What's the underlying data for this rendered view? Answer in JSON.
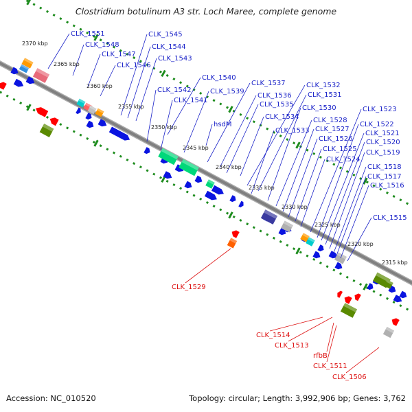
{
  "title": "Clostridium botulinum A3 str. Loch Maree, complete genome",
  "footer": {
    "accession": "Accession: NC_010520",
    "topology": "Topology: circular; Length: 3,992,906 bp; Genes: 3,762"
  },
  "colors": {
    "forward_cds": "#0a14e0",
    "label_forward": "#1a22c8",
    "label_reverse": "#dd1010",
    "backbone": "#808080",
    "tick_dots": "#1e8c1e"
  },
  "tick_labels": [
    "2370 kbp",
    "2365 kbp",
    "2360 kbp",
    "2355 kbp",
    "2350 kbp",
    "2345 kbp",
    "2340 kbp",
    "2335 kbp",
    "2330 kbp",
    "2325 kbp",
    "2320 kbp",
    "2315 kbp"
  ],
  "forward_labels": [
    "CLK_1551",
    "CLK_1548",
    "CLK_1547",
    "CLK_1546",
    "CLK_1545",
    "CLK_1544",
    "CLK_1543",
    "CLK_1542",
    "CLK_1541",
    "CLK_1540",
    "CLK_1539",
    "CLK_1537",
    "CLK_1536",
    "CLK_1535",
    "hsdM",
    "CLK_1534",
    "CLK_1533",
    "CLK_1532",
    "CLK_1531",
    "CLK_1530",
    "CLK_1528",
    "CLK_1527",
    "CLK_1526",
    "CLK_1525",
    "CLK_1524",
    "CLK_1523",
    "CLK_1522",
    "CLK_1521",
    "CLK_1520",
    "CLK_1519",
    "CLK_1518",
    "CLK_1517",
    "CLK_1516",
    "CLK_1515"
  ],
  "reverse_labels": [
    "CLK_1529",
    "CLK_1514",
    "CLK_1513",
    "rfbB",
    "CLK_1511",
    "CLK_1506"
  ]
}
